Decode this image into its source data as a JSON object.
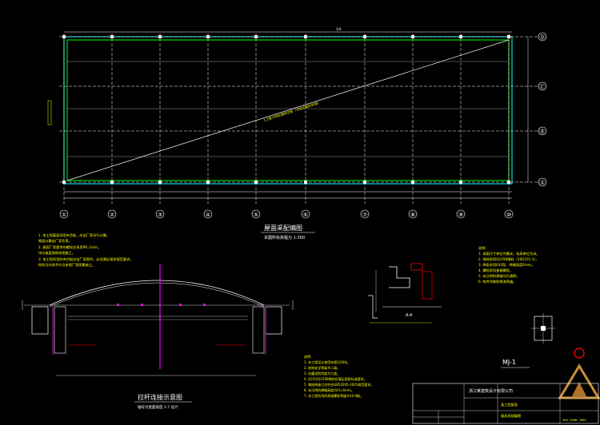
{
  "plan": {
    "title": "屋面采配编图",
    "subtitle": "本图所标高程为 1:300",
    "slope_note": "1.2英寸的彩钢夹芯板（卡扣式暗扣彩钢）",
    "axis_numbers": [
      "①",
      "②",
      "③",
      "④",
      "⑤",
      "⑥",
      "⑦",
      "⑧",
      "⑨",
      "⑩"
    ],
    "axis_letters": [
      "Ⓐ",
      "Ⓑ",
      "Ⓒ",
      "Ⓓ"
    ],
    "top_dim": "1/4"
  },
  "notes_left": {
    "lines": [
      "1. 本工程屋面采用夹芯板，应由厂家另行计算。",
      "   钢梁计算由厂家负责。",
      "2. 屋面厂家提供的螺栓应采用M1.2mm。",
      "   排水坡度按照本图施工。",
      "3. 本工程采用的夹芯板应由厂家提供，必须满足相关规范要求。",
      "   除标注外其余节点参照厂家图集施工。"
    ]
  },
  "section": {
    "title": "拉杆连接示意图",
    "subtitle": "轴号为屋面坡度 1:7 设计"
  },
  "detail_aa": {
    "label": "A-A"
  },
  "notes_right": {
    "lines": [
      "说明:",
      "1. 本图尺寸单位为毫米，标高单位为米。",
      "2. 钢材采用Q235B钢材（16G101-1）。",
      "3. 焊条采用E43型，焊缝高度6mm。",
      "4. 螺栓采用普通螺栓。",
      "5. 未注明的焊缝均为满焊。",
      "6. 构件涂刷防锈漆两遍。"
    ]
  },
  "notes_bottom": {
    "lines": [
      "说明:",
      "1. 本工程设计使用年限为50年。",
      "2. 结构安全等级为二级。",
      "3. 抗震设防烈度为七度。",
      "4. Q235/Q235B钢材应满足国家标准要求。",
      "5. 钢结构施工应符合GB50205-2001规范要求。",
      "6. 未注明的焊缝高度为hf=6mm。",
      "7. 本工程所用的高强螺栓等级为10.9级。"
    ]
  },
  "mj": {
    "label": "MJ-1"
  },
  "title_block": {
    "company": "浙江某建筑设计有限公司",
    "project": "某工程屋面",
    "drawing": "屋面采配编图",
    "number": "104-7008-7064"
  },
  "colors": {
    "background": "#000000",
    "grid": "#ffffff",
    "frame": "#00ffff",
    "beam": "#00ff00",
    "text": "#ffff00",
    "red": "#ff0000",
    "magenta": "#ff00ff"
  }
}
